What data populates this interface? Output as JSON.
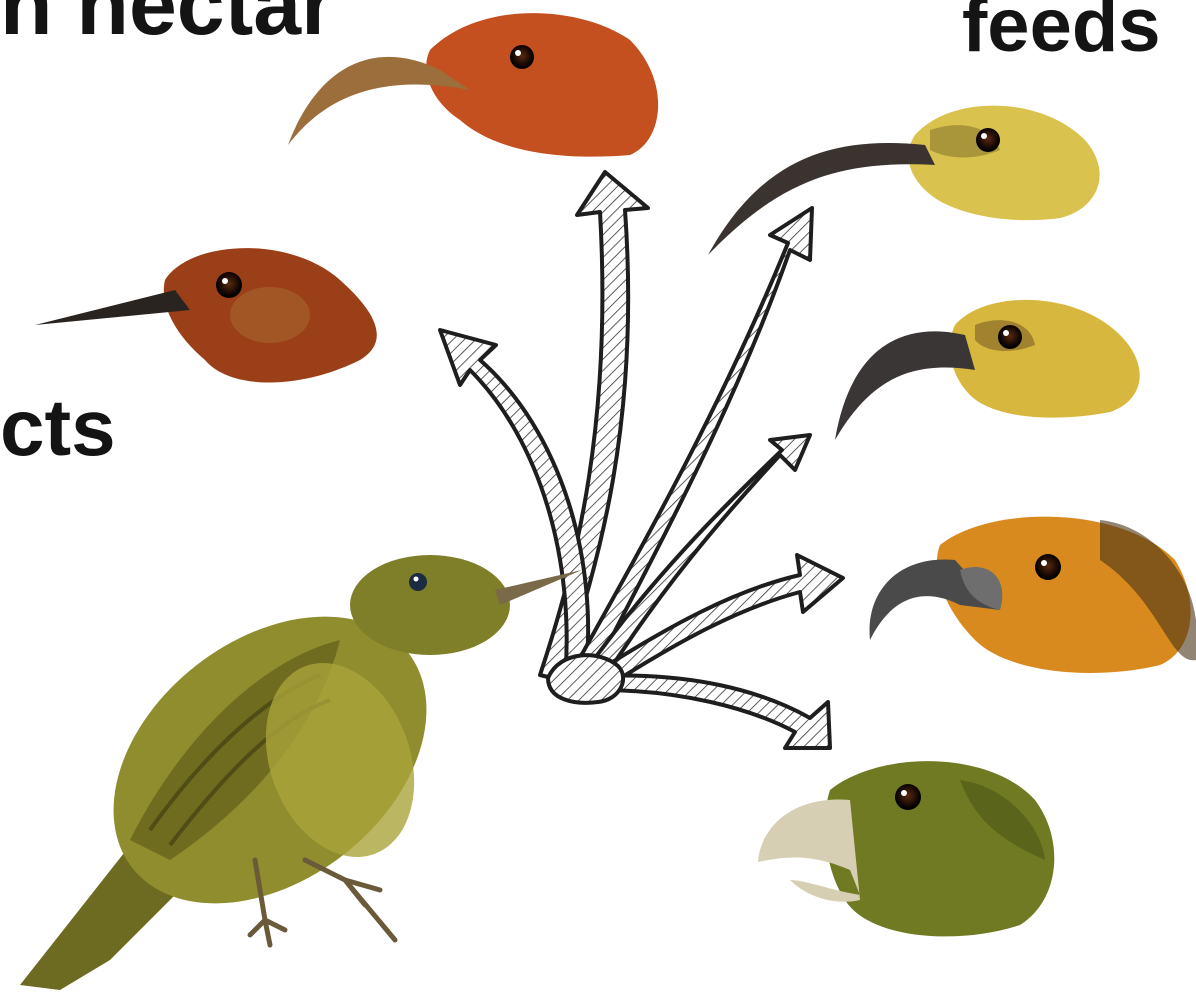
{
  "labels": {
    "top_left_fragment": "n nectar",
    "top_right_fragment": "feeds",
    "mid_left_fragment": "cts"
  },
  "birds": [
    {
      "name": "ancestral-finch",
      "body": "#8c8a2c",
      "head": "#7f7f2a",
      "beak": "#7a6a4a"
    },
    {
      "name": "red-sickle-bill",
      "body": "#c4501f",
      "head": "#c4501f",
      "beak": "#9b6e3c"
    },
    {
      "name": "red-thin-bill",
      "body": "#9a3f17",
      "head": "#9a3f17",
      "beak": "#2a2420"
    },
    {
      "name": "yellow-long-curve",
      "body": "#d9c24d",
      "head": "#d9c24d",
      "beak": "#3a3330"
    },
    {
      "name": "yellow-mid-curve",
      "body": "#d8b73e",
      "head": "#d8b73e",
      "beak": "#3a3636"
    },
    {
      "name": "orange-heavy-hook",
      "body": "#d98a1f",
      "head": "#d98a1f",
      "beak": "#4a4a4a"
    },
    {
      "name": "olive-finch-bill",
      "body": "#6f7a22",
      "head": "#6f7a22",
      "beak": "#d7cfb3"
    }
  ],
  "arrow_style": {
    "stroke": "#1e1e1e",
    "fill": "#ffffff",
    "hatch": "#333333"
  }
}
